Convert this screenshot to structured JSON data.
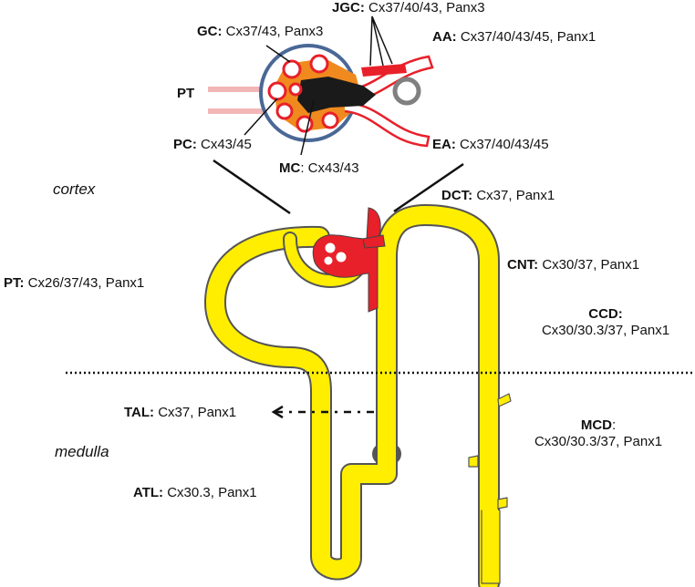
{
  "zones": {
    "cortex": "cortex",
    "medulla": "medulla"
  },
  "glomerulus": {
    "pt_label": "PT",
    "gc": {
      "abbr": "GC:",
      "text": " Cx37/43, Panx3"
    },
    "jgc": {
      "abbr": "JGC:",
      "text": " Cx37/40/43, Panx3"
    },
    "aa": {
      "abbr": "AA:",
      "text": " Cx37/40/43/45, Panx1"
    },
    "pc": {
      "abbr": "PC:",
      "text": " Cx43/45"
    },
    "mc": {
      "abbr": "MC",
      "text": ": Cx43/43"
    },
    "ea": {
      "abbr": "EA:",
      "text": " Cx37/40/43/45"
    }
  },
  "nephron": {
    "dct": {
      "abbr": "DCT:",
      "text": " Cx37, Panx1"
    },
    "cnt": {
      "abbr": "CNT:",
      "text": " Cx30/37, Panx1"
    },
    "pt": {
      "abbr": "PT:",
      "text": " Cx26/37/43, Panx1"
    },
    "ccd": {
      "abbr": "CCD:",
      "text": "Cx30/30.3/37, Panx1"
    },
    "tal": {
      "abbr": "TAL:",
      "text": " Cx37, Panx1"
    },
    "mcd": {
      "abbr": "MCD",
      "text": ":",
      "text2": "Cx30/30.3/37, Panx1"
    },
    "atl": {
      "abbr": "ATL:",
      "text": " Cx30.3, Panx1"
    }
  },
  "colors": {
    "tubule": "#ffee00",
    "tubule_outline": "#555555",
    "glomerulus_red": "#e8202a",
    "capsule_blue": "#4a6896",
    "mesangial_orange": "#f08a1e",
    "pt_pink": "#f2b6b6",
    "mesangial_black": "#1a1a1a",
    "loop_grey": "#808080"
  }
}
